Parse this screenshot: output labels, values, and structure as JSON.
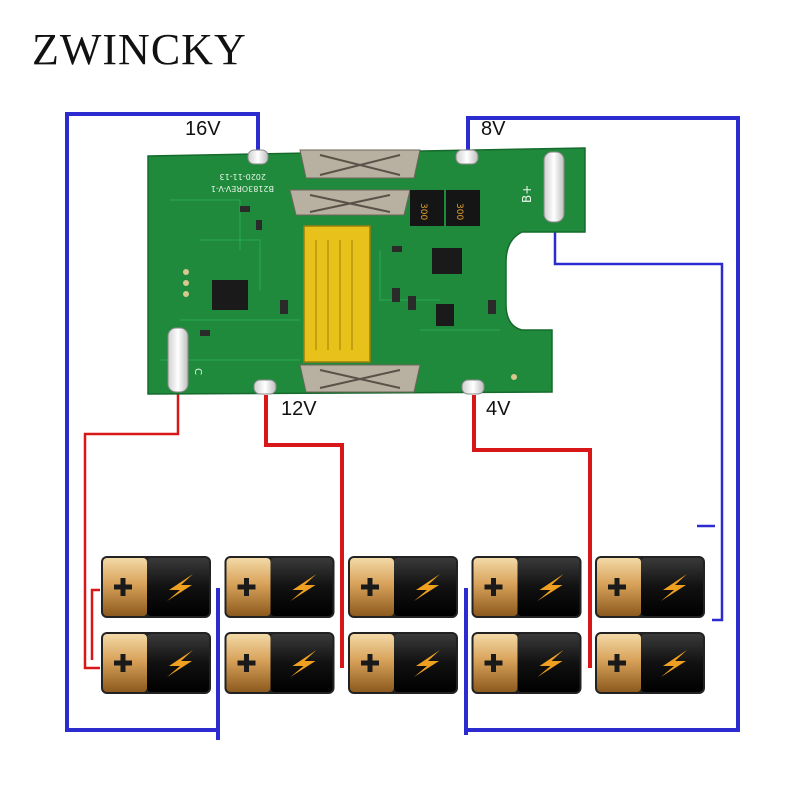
{
  "brand": "ZWINCKY",
  "taps": {
    "v16": "16V",
    "v8": "8V",
    "v12": "12V",
    "v4": "4V"
  },
  "pcb": {
    "revision": "B2183OREV-V-1",
    "date": "2020-11-13",
    "b_plus": "B+",
    "resistor_code": "300",
    "c_label": "C"
  },
  "colors": {
    "pcb_green": "#1f8a3c",
    "connector_yellow": "#e8c21a",
    "wire_blue": "#2b2bd0",
    "wire_red": "#d81818",
    "battery_gold": "#c98a32",
    "battery_black": "#141414",
    "bolt_orange": "#f0a020"
  },
  "battery_grid": {
    "rows": 2,
    "columns": 5
  },
  "battery_icons": {
    "plus": "plus-icon",
    "bolt": "lightning-bolt-icon"
  }
}
